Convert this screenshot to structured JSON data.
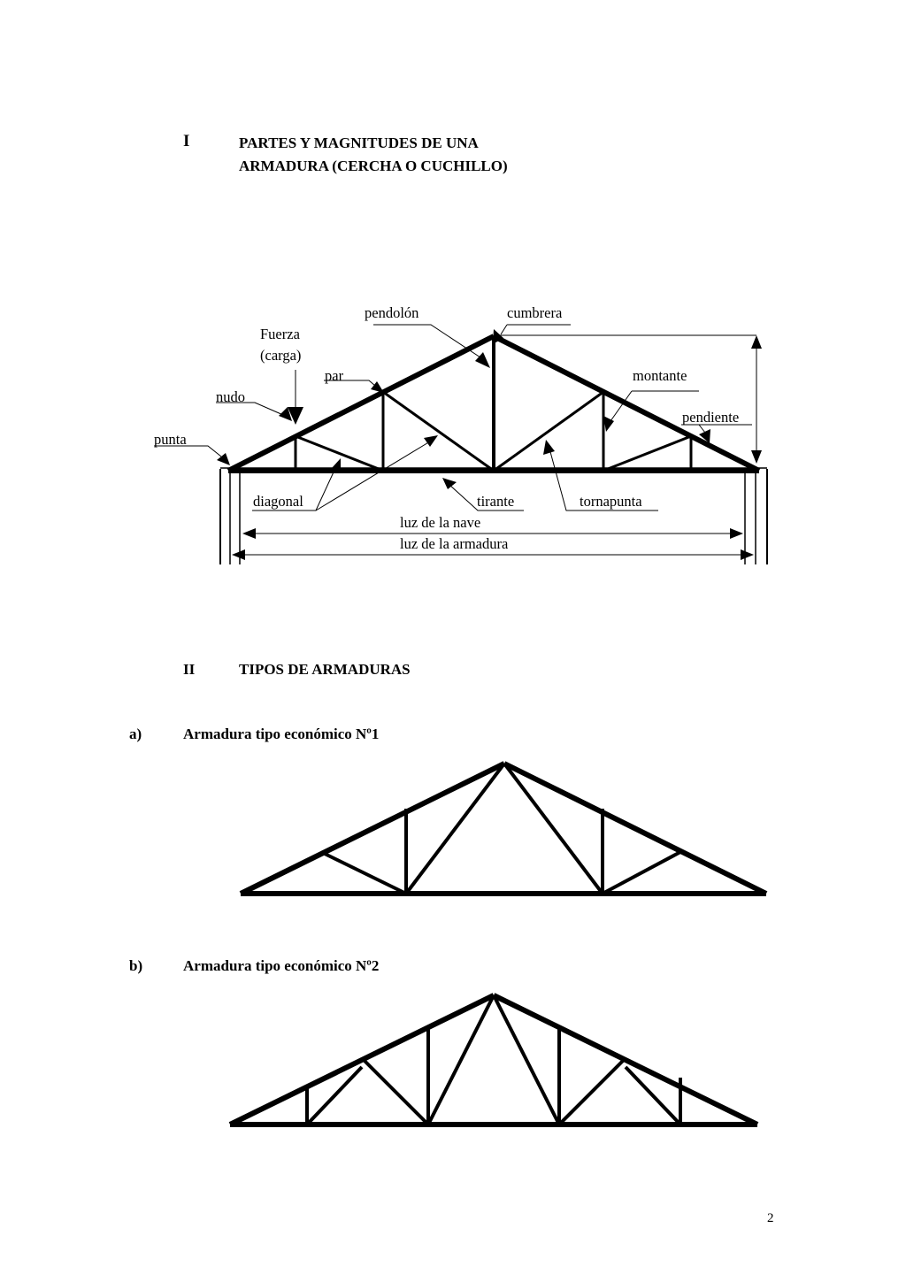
{
  "section1": {
    "number": "I",
    "title_line1": "PARTES Y MAGNITUDES DE UNA",
    "title_line2": "ARMADURA (CERCHA O CUCHILLO)"
  },
  "diagram": {
    "labels": {
      "pendolon": "pendolón",
      "cumbrera": "cumbrera",
      "fuerza_line1": "Fuerza",
      "fuerza_line2": "(carga)",
      "par": "par",
      "montante": "montante",
      "nudo": "nudo",
      "pendiente": "pendiente",
      "punta": "punta",
      "diagonal": "diagonal",
      "tirante": "tirante",
      "tornapunta": "tornapunta",
      "luz_nave": "luz de la nave",
      "luz_armadura": "luz de la armadura"
    }
  },
  "section2": {
    "number": "II",
    "title": "TIPOS DE ARMADURAS"
  },
  "items": [
    {
      "marker": "a)",
      "title": "Armadura tipo económico Nº1"
    },
    {
      "marker": "b)",
      "title": "Armadura tipo económico Nº2"
    }
  ],
  "page_number": "2"
}
